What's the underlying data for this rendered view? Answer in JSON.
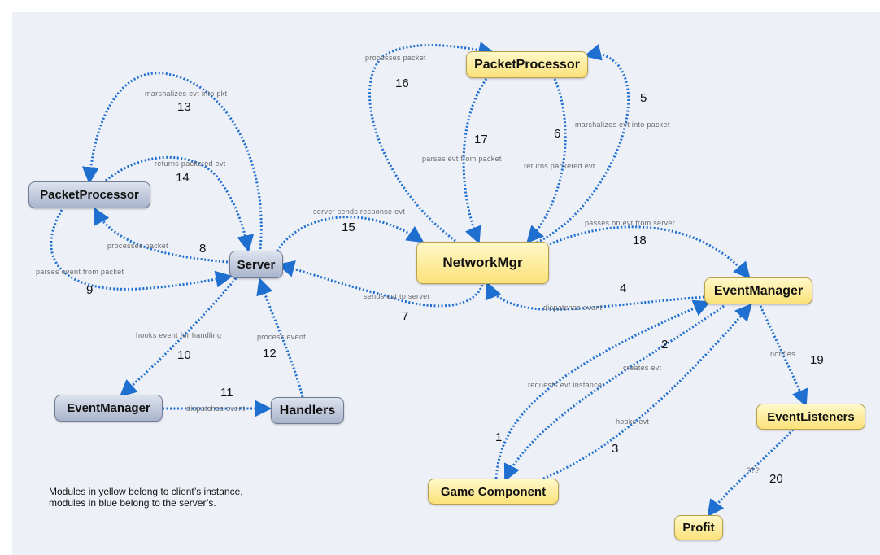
{
  "nodes": {
    "packetprocessor_server": "PacketProcessor",
    "server": "Server",
    "eventmanager_server": "EventManager",
    "handlers": "Handlers",
    "packetprocessor_client": "PacketProcessor",
    "networkmgr": "NetworkMgr",
    "eventmanager_client": "EventManager",
    "eventlisteners": "EventListeners",
    "game_component": "Game Component",
    "profit": "Profit"
  },
  "edges": [
    {
      "num": "1",
      "label": "requests evt instance"
    },
    {
      "num": "2",
      "label": "creates evt"
    },
    {
      "num": "3",
      "label": "hooks evt"
    },
    {
      "num": "4",
      "label": "dispatches event"
    },
    {
      "num": "5",
      "label": "marshalizes evt into packet"
    },
    {
      "num": "6",
      "label": "returns packeted evt"
    },
    {
      "num": "7",
      "label": "sends evt to server"
    },
    {
      "num": "8",
      "label": "processes packet"
    },
    {
      "num": "9",
      "label": "parses event from packet"
    },
    {
      "num": "10",
      "label": "hooks event for handling"
    },
    {
      "num": "11",
      "label": "dispatches event"
    },
    {
      "num": "12",
      "label": "process event"
    },
    {
      "num": "13",
      "label": "marshalizes evt into pkt"
    },
    {
      "num": "14",
      "label": "returns packeted evt"
    },
    {
      "num": "15",
      "label": "server sends response evt"
    },
    {
      "num": "16",
      "label": "processes packet"
    },
    {
      "num": "17",
      "label": "parses evt from packet"
    },
    {
      "num": "18",
      "label": "passes on evt from server"
    },
    {
      "num": "19",
      "label": "notifies"
    },
    {
      "num": "20",
      "label": "???"
    }
  ],
  "legend": {
    "line1": "Modules in yellow belong to client’s instance,",
    "line2": "modules in blue belong to the server’s."
  },
  "colors": {
    "client": "#fbe27a",
    "server": "#a9b4cb",
    "arrow": "#1e6fd0"
  }
}
